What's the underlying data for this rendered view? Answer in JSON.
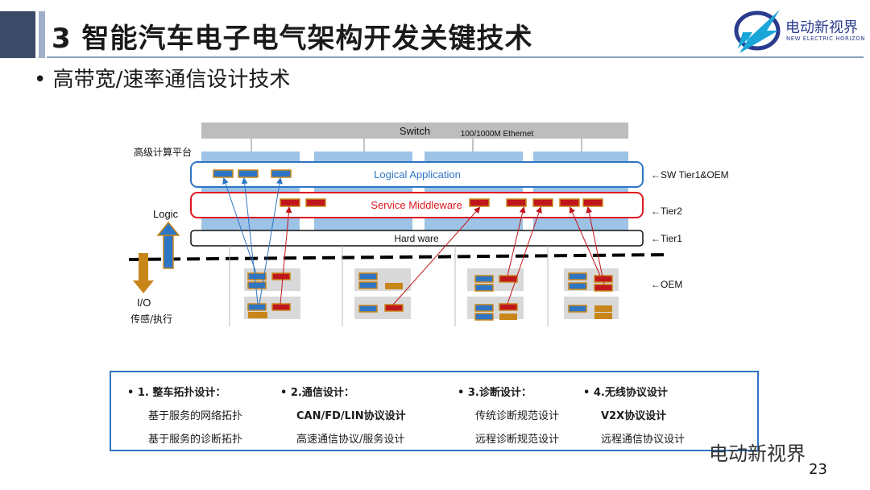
{
  "header": {
    "title": "3 智能汽车电子电气架构开发关键技术",
    "logo_cn": "电动新视界",
    "logo_en": "NEW ELECTRIC HORIZON"
  },
  "subtitle": "• 高带宽/速率通信设计技术",
  "diagram": {
    "switch_label": "Switch",
    "ethernet_label": "100/1000M Ethernet",
    "platform_label": "高级计算平台",
    "logical_app": "Logical Application",
    "service_middleware": "Service Middleware",
    "hardware": "Hard ware",
    "tier_sw": "←SW Tier1&OEM",
    "tier2": "←Tier2",
    "tier1": "←Tier1",
    "oem": "←OEM",
    "logic": "Logic",
    "io": "I/O",
    "sensor": "传感/执行",
    "colors": {
      "blue_block": "#2e75c4",
      "orange_block": "#c8861a",
      "red_block": "#c0161c",
      "switch_bar": "#bdbdbd",
      "platform_col": "#9dc3e6"
    }
  },
  "techniques": [
    {
      "heading": "• 1. 整车拓扑设计：",
      "items": [
        "基于服务的网络拓扑",
        "基于服务的诊断拓扑"
      ]
    },
    {
      "heading": "• 2.通信设计：",
      "items": [
        "CAN/FD/LIN协议设计",
        "高速通信协议/服务设计"
      ]
    },
    {
      "heading": "• 3.诊断设计：",
      "items": [
        "传统诊断规范设计",
        "远程诊断规范设计"
      ]
    },
    {
      "heading": "• 4.无线协议设计",
      "items": [
        "V2X协议设计",
        "远程通信协议设计"
      ]
    }
  ],
  "watermark": "电动新视界",
  "page_number": "23"
}
